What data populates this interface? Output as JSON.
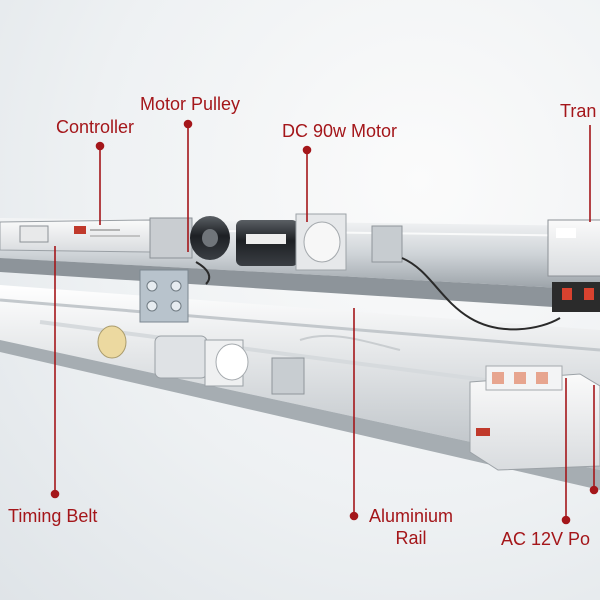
{
  "labels": {
    "controller": "Controller",
    "motor_pulley": "Motor Pulley",
    "dc_motor": "DC 90w Motor",
    "transformer": "Tran",
    "timing_belt": "Timing Belt",
    "aluminium_rail_line1": "Aluminium",
    "aluminium_rail_line2": "Rail",
    "ac_power": "AC 12V Po"
  },
  "colors": {
    "label_text": "#a4161a",
    "leader_line": "#a4161a"
  }
}
